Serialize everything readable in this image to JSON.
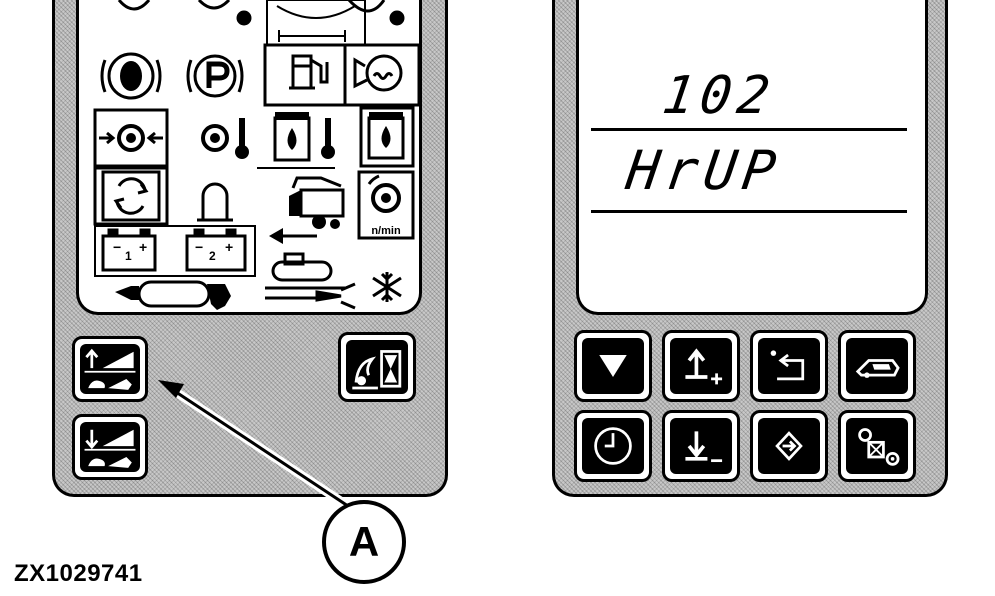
{
  "figure": {
    "id": "ZX1029741",
    "callout_label": "A"
  },
  "left_panel": {
    "speed_unit_label": "n/min",
    "battery_1": {
      "minus": "−",
      "index": "1",
      "plus": "+"
    },
    "battery_2": {
      "minus": "−",
      "index": "2",
      "plus": "+"
    },
    "buttons": [
      "header-raise-button",
      "header-lower-button",
      "auto-height-button"
    ]
  },
  "right_panel": {
    "display_value": "102",
    "display_mode": "HrUP",
    "keys": [
      {
        "name": "down-arrow-key",
        "icon": "triangle-down-icon"
      },
      {
        "name": "increase-key",
        "icon": "arrow-up-plus-icon"
      },
      {
        "name": "back-key",
        "icon": "return-arrow-icon"
      },
      {
        "name": "machine-key",
        "icon": "harvester-icon"
      },
      {
        "name": "clock-key",
        "icon": "clock-icon"
      },
      {
        "name": "decrease-key",
        "icon": "arrow-down-minus-icon"
      },
      {
        "name": "enter-key",
        "icon": "enter-icon"
      },
      {
        "name": "settings-key",
        "icon": "gear-settings-icon"
      }
    ]
  },
  "colors": {
    "ink": "#000000",
    "paper": "#ffffff",
    "panel_hatch": "#c8c8c8"
  }
}
